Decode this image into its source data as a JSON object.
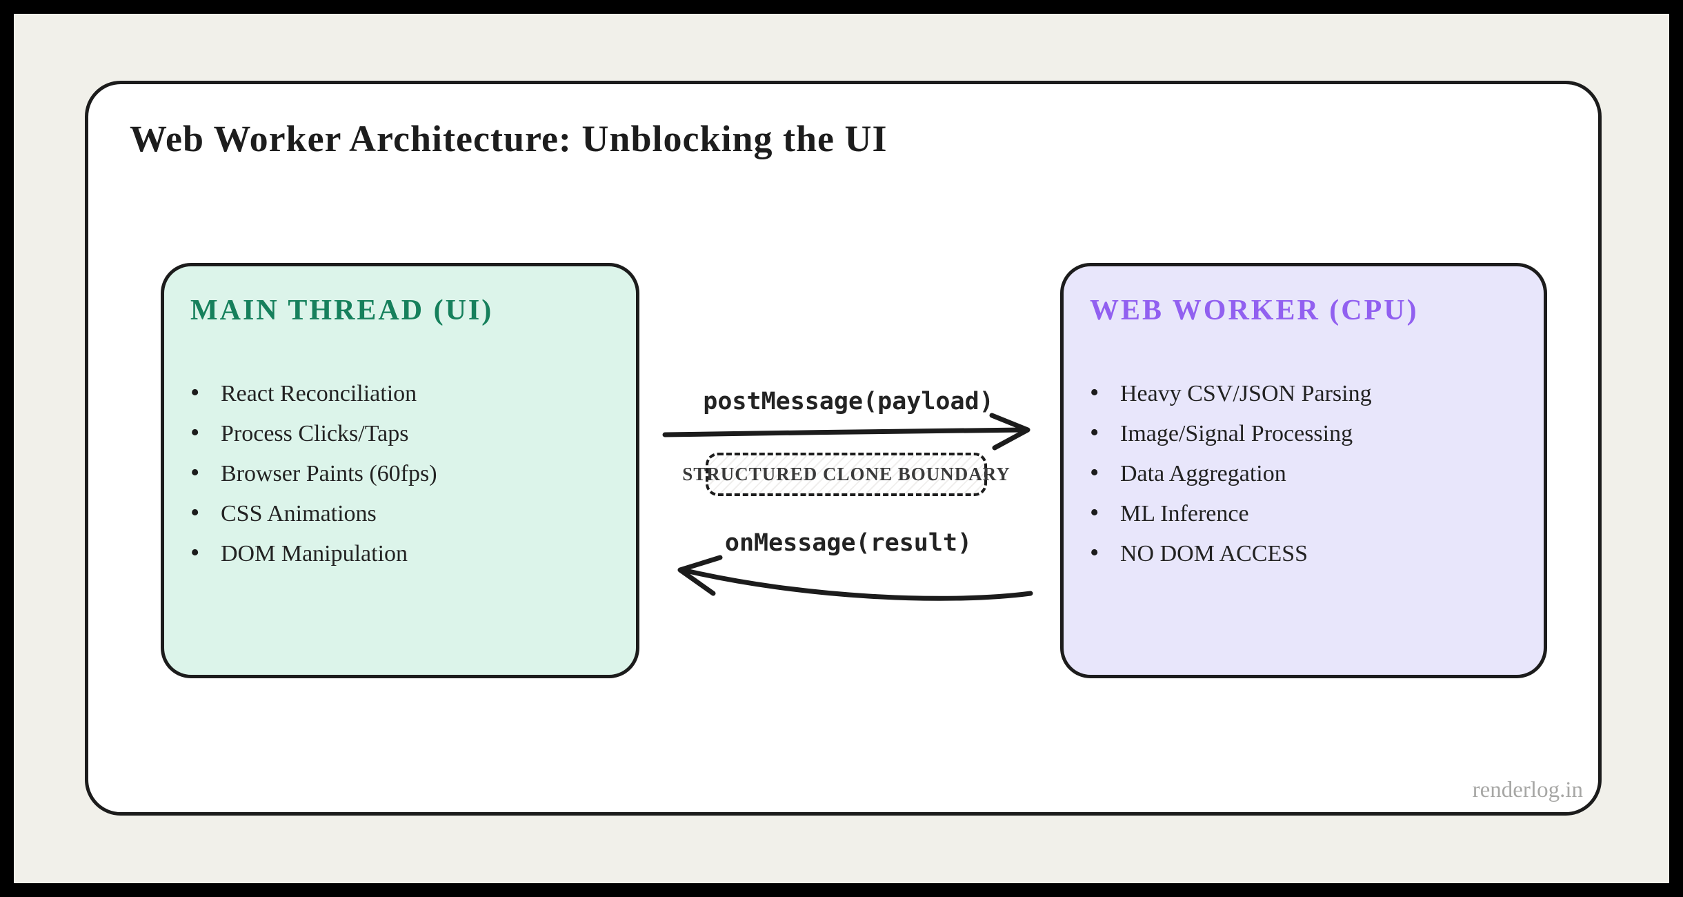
{
  "page": {
    "title": "Web Worker Architecture: Unblocking the UI",
    "watermark": "renderlog.in"
  },
  "main_thread": {
    "heading": "MAIN THREAD (UI)",
    "heading_color": "#16805c",
    "bg_color": "#dcf4ea",
    "items": [
      "React Reconciliation",
      "Process Clicks/Taps",
      "Browser Paints (60fps)",
      "CSS Animations",
      "DOM Manipulation"
    ]
  },
  "web_worker": {
    "heading": "WEB WORKER (CPU)",
    "heading_color": "#9160f0",
    "bg_color": "#e8e6fb",
    "items": [
      "Heavy CSV/JSON Parsing",
      "Image/Signal Processing",
      "Data Aggregation",
      "ML Inference",
      "NO DOM ACCESS"
    ]
  },
  "flow": {
    "request_label": "postMessage(payload)",
    "response_label": "onMessage(result)",
    "boundary_label": "STRUCTURED CLONE BOUNDARY"
  },
  "colors": {
    "frame": "#000000",
    "canvas_bg": "#f1f0ea",
    "sheet_bg": "#ffffff",
    "stroke": "#1c1c1c",
    "body_text": "#222222",
    "watermark": "#a7a7a5"
  }
}
